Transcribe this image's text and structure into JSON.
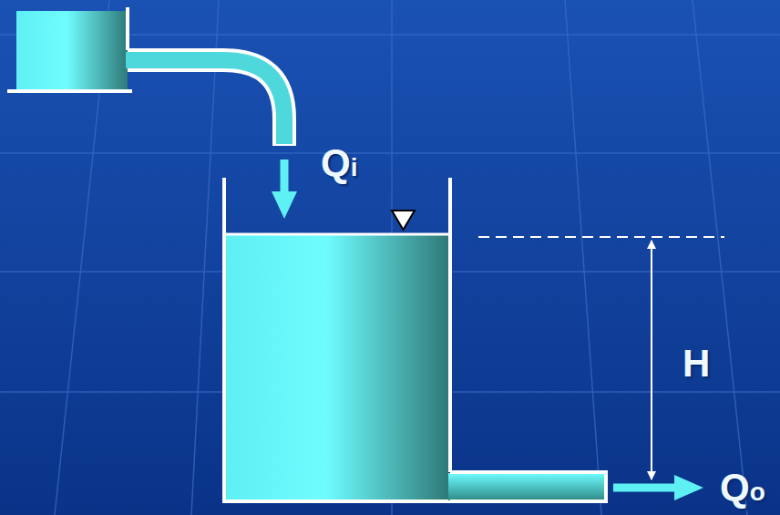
{
  "diagram": {
    "labels": [
      "Qi",
      "H",
      "Qo"
    ]
  }
}
